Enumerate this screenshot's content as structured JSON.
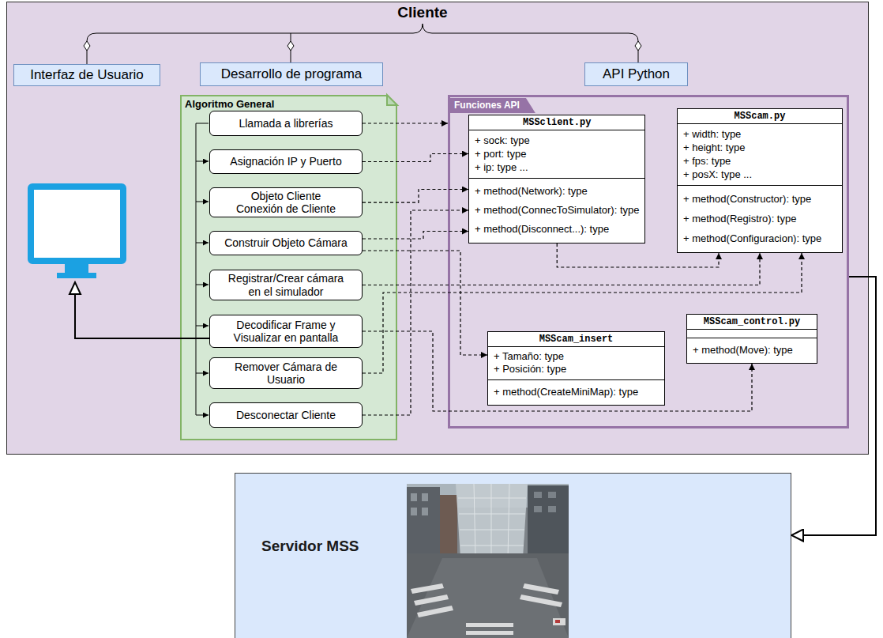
{
  "diagram": {
    "nodes": [
      {
        "text": [
          "Cliente"
        ]
      },
      {
        "text": [
          "Interfaz de Usuario"
        ],
        "in": 0
      },
      {
        "text": [
          "Desarrollo de programa"
        ],
        "in": 0
      },
      {
        "text": [
          "API Python"
        ],
        "in": 0
      },
      {
        "text": [
          "Algoritmo General"
        ],
        "in": 0
      },
      {
        "text": [
          "Llamada a librerías"
        ],
        "in": 4
      },
      {
        "text": [
          "Asignación IP y Puerto"
        ],
        "in": 4
      },
      {
        "text": [
          "Objeto Cliente Conexión de Cliente"
        ],
        "in": 4
      },
      {
        "text": [
          "Construir Objeto Cámara"
        ],
        "in": 4
      },
      {
        "text": [
          "Registrar/Crear cámara en el simulador"
        ],
        "in": 4
      },
      {
        "text": [
          "Decodificar Frame y Visualizar en pantalla"
        ],
        "in": 4
      },
      {
        "text": [
          "Remover Cámara de Usuario"
        ],
        "in": 4
      },
      {
        "text": [
          "Desconectar Cliente"
        ],
        "in": 4
      },
      {
        "text": [
          "Funciones API"
        ],
        "in": 0
      },
      {
        "text": [
          "MSSclient.py",
          "+ sock: type",
          "+ port: type",
          "+ ip: type ...",
          "+ method(Network): type",
          "+ method(ConnecToSimulator): type",
          "+ method(Disconnect...): type"
        ],
        "in": 13
      },
      {
        "text": [
          "MSScam.py",
          "+ width: type",
          "+ height: type",
          "+ fps: type",
          "+ posX: type ...",
          "+ method(Constructor): type",
          "+ method(Registro): type",
          "+ method(Configuracion): type"
        ],
        "in": 13
      },
      {
        "text": [
          "MSScam_insert",
          "+ Tamaño: type",
          "+ Posición: type",
          "+ method(CreateMiniMap): type"
        ],
        "in": 13
      },
      {
        "text": [
          "MSScam_control.py",
          "+ method(Move): type"
        ],
        "in": 13
      },
      {
        "text": [
          "Servidor MSS"
        ]
      }
    ],
    "edges": [
      {
        "from": 5,
        "to": 13,
        "arrow": "to"
      },
      {
        "from": 6,
        "to": 14,
        "arrow": "to"
      },
      {
        "from": 7,
        "to": 14,
        "arrow": "to"
      },
      {
        "from": 8,
        "to": 14,
        "arrow": "to"
      },
      {
        "from": 8,
        "to": 16,
        "arrow": "to"
      },
      {
        "from": 9,
        "to": 15,
        "arrow": "to"
      },
      {
        "from": 10,
        "to": 17,
        "arrow": "to"
      },
      {
        "from": 11,
        "to": 15,
        "arrow": "to"
      },
      {
        "from": 12,
        "to": 14,
        "arrow": "to"
      },
      {
        "from": 14,
        "to": 15,
        "arrow": "to"
      },
      {
        "from": 13,
        "to": 18,
        "arrow": "to"
      }
    ]
  }
}
